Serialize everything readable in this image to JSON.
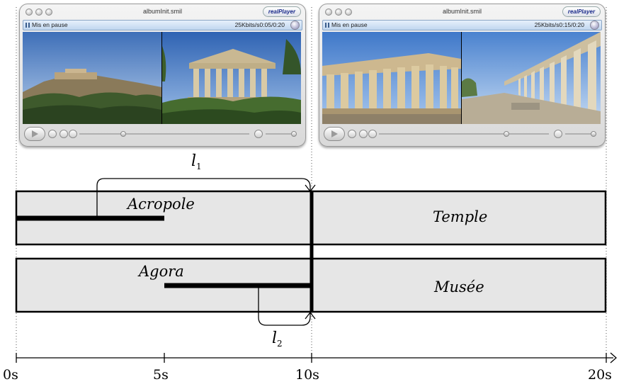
{
  "players": [
    {
      "title": "albumInit.smil",
      "logo": "realPlayer",
      "status_text": "Mis en pause",
      "status_time": "25Kbits/s0:05/0:20",
      "frames": [
        "acropolis-hill-photo",
        "hephaestus-temple-photo"
      ]
    },
    {
      "title": "albumInit.smil",
      "logo": "realPlayer",
      "status_text": "Mis en pause",
      "status_time": "25Kbits/s0:15/0:20",
      "frames": [
        "parthenon-photo",
        "stoa-colonnade-photo"
      ]
    }
  ],
  "timeline": {
    "row1": {
      "first": "Acropole",
      "second": "Temple"
    },
    "row2": {
      "first": "Agora",
      "second": "Musée"
    },
    "links": [
      {
        "base": "l",
        "sub": "1"
      },
      {
        "base": "l",
        "sub": "2"
      }
    ],
    "ticks": [
      "0s",
      "5s",
      "10s",
      "20s"
    ]
  },
  "colors": {
    "box_fill": "#e6e6e6",
    "stroke": "#000000",
    "status_bar": "#bfd6ef"
  }
}
